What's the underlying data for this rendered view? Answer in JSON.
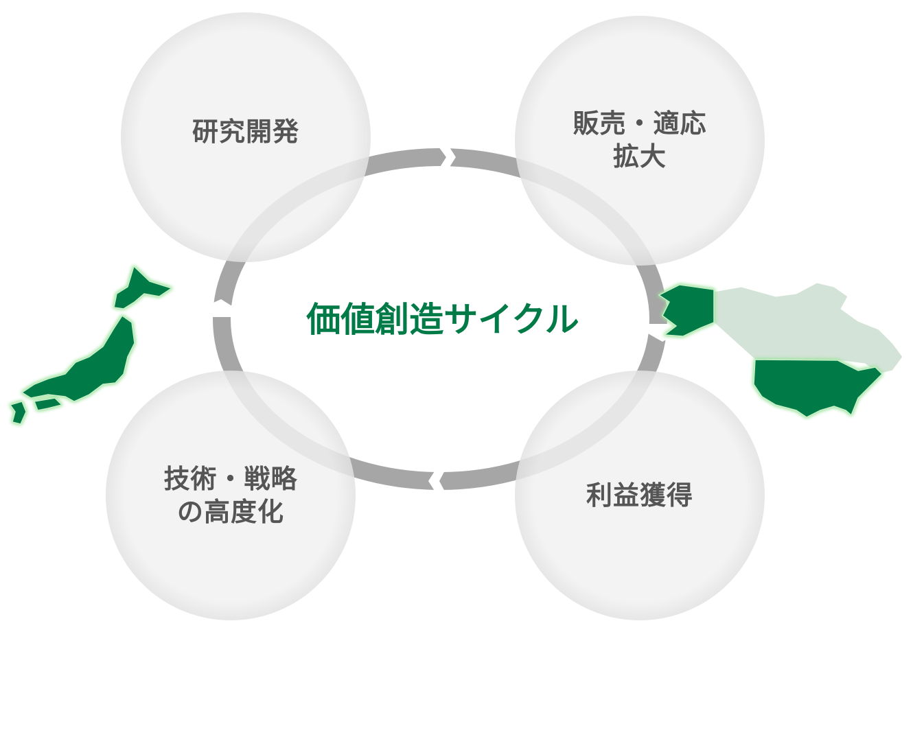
{
  "title": "価値創造サイクル",
  "stages": [
    {
      "label": "研究開発"
    },
    {
      "label": "販売・適応拡大",
      "line1": "販売・適応",
      "line2": "拡大"
    },
    {
      "label": "利益獲得"
    },
    {
      "label": "技術・戦略の高度化",
      "line1": "技術・戦略",
      "line2": "の高度化"
    }
  ],
  "colors": {
    "brand_green": "#007a46",
    "ring_gray": "#a6a6a6",
    "bubble": "#efefef",
    "text_gray": "#555555",
    "canada": "#d4e3d8"
  },
  "icons": [
    "japan-map-icon",
    "north-america-map-icon"
  ]
}
